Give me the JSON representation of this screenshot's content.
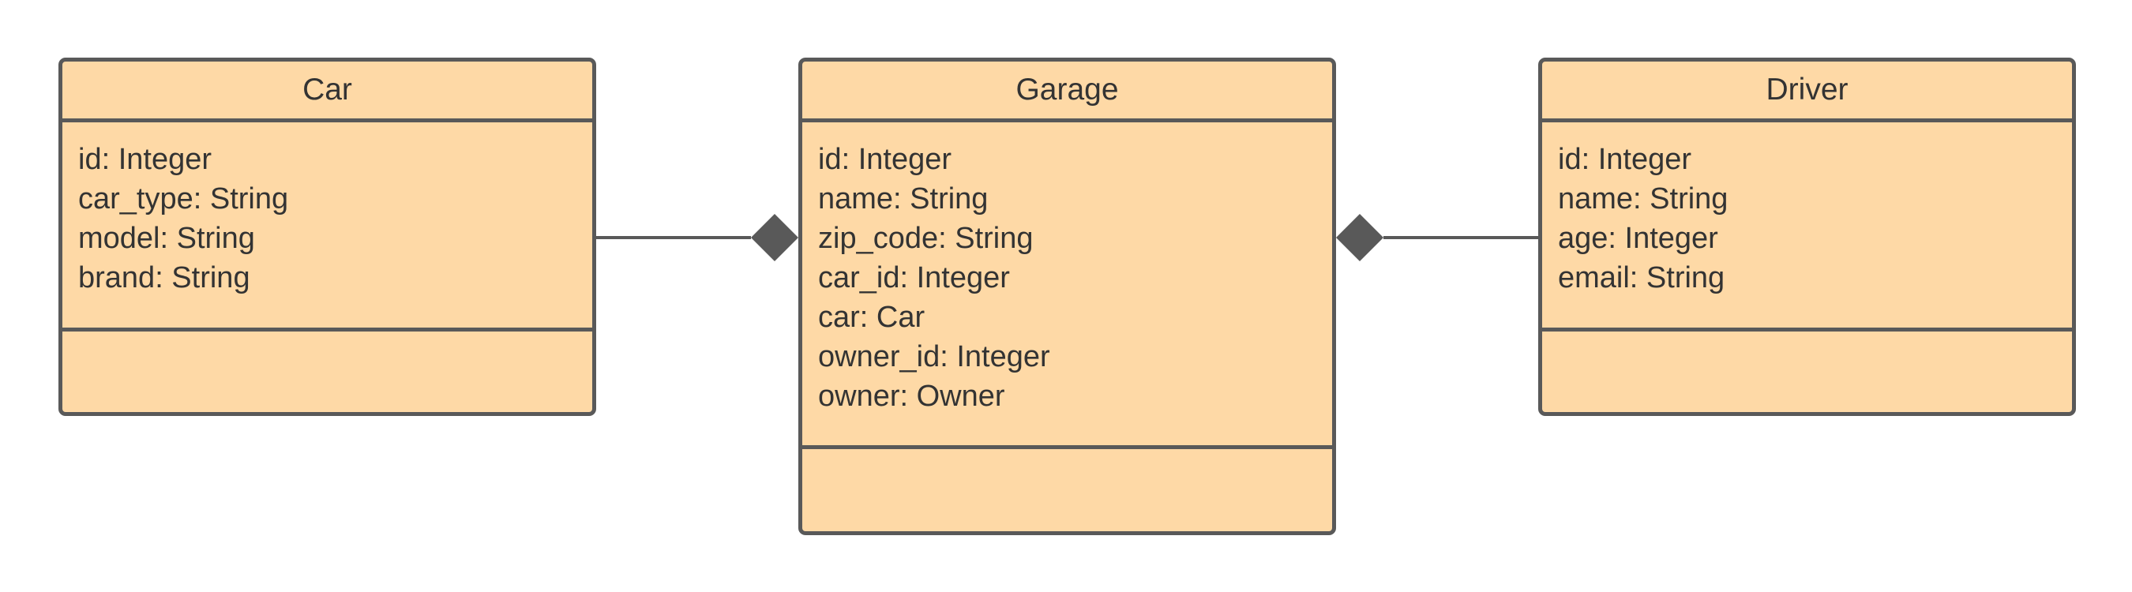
{
  "diagram": {
    "type": "uml-class-diagram",
    "colors": {
      "class_fill": "#fed9a6",
      "border": "#595959",
      "text": "#333333",
      "connector": "#595959"
    },
    "classes": {
      "car": {
        "name": "Car",
        "attributes": [
          "id: Integer",
          "car_type: String",
          "model: String",
          "brand: String"
        ],
        "methods": []
      },
      "garage": {
        "name": "Garage",
        "attributes": [
          "id: Integer",
          "name: String",
          "zip_code: String",
          "car_id: Integer",
          "car: Car",
          "owner_id: Integer",
          "owner: Owner"
        ],
        "methods": []
      },
      "driver": {
        "name": "Driver",
        "attributes": [
          "id: Integer",
          "name: String",
          "age: Integer",
          "email: String"
        ],
        "methods": []
      }
    },
    "relationships": [
      {
        "type": "composition",
        "from": "Car",
        "to": "Garage",
        "diamond_at": "Garage"
      },
      {
        "type": "composition",
        "from": "Driver",
        "to": "Garage",
        "diamond_at": "Garage"
      }
    ]
  }
}
